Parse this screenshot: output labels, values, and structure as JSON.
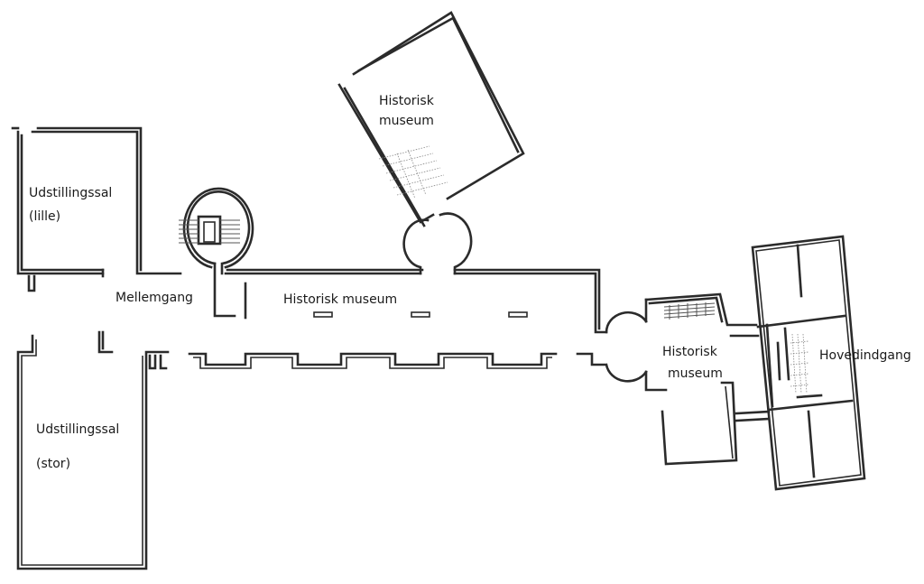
{
  "rooms": {
    "small_hall": {
      "line1": "Udstillingssal",
      "line2": "(lille)"
    },
    "corridor": {
      "label": "Mellemgang"
    },
    "museum_corridor": {
      "label": "Historisk museum"
    },
    "museum_upper": {
      "line1": "Historisk",
      "line2": "museum"
    },
    "museum_right": {
      "line1": "Historisk",
      "line2": "museum"
    },
    "entrance": {
      "label": "Hovedindgang"
    },
    "large_hall": {
      "line1": "Udstillingssal",
      "line2": "(stor)"
    }
  },
  "colors": {
    "wall": "#2b2b2b",
    "background": "#ffffff"
  }
}
